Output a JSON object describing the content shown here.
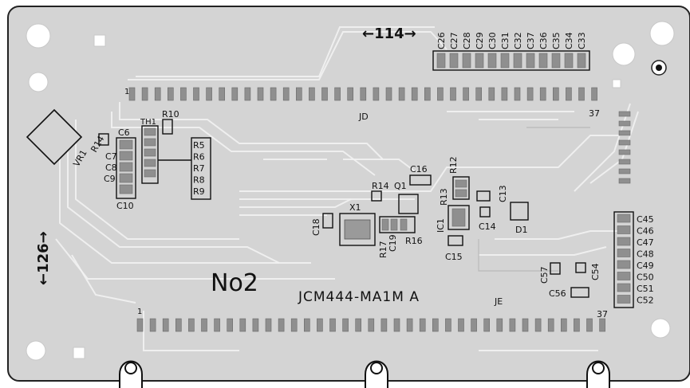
{
  "board": {
    "title": "No2",
    "part_number": "JCM444-MA1M A",
    "dim_top": "←114→",
    "dim_left": "←126→",
    "colors": {
      "pcb": "#d4d4d4",
      "trace": "#f0f0f0",
      "silkscreen": "#111111",
      "pad": "#8f8f8f"
    }
  },
  "connectors": {
    "jd": {
      "name": "JD",
      "pin_start": "1",
      "pin_end": "37"
    },
    "je": {
      "name": "JE",
      "pin_start": "1",
      "pin_end": "37"
    }
  },
  "top_caps": [
    "C26",
    "C27",
    "C28",
    "C29",
    "C30",
    "C31",
    "C32",
    "C37",
    "C36",
    "C35",
    "C34",
    "C33"
  ],
  "right_caps": [
    "C45",
    "C46",
    "C47",
    "C48",
    "C49",
    "C50",
    "C51",
    "C52"
  ],
  "left_resistors": [
    "R5",
    "R6",
    "R7",
    "R8",
    "R9"
  ],
  "left_caps": [
    "C6",
    "C7",
    "C8",
    "C9",
    "C10"
  ],
  "labels": {
    "th1": "TH1",
    "r10": "R10",
    "r14_left": "R14",
    "vr1": "VR1",
    "r14": "R14",
    "q1": "Q1",
    "c16": "C16",
    "r12": "R12",
    "r13": "R13",
    "c13": "C13",
    "c14": "C14",
    "d1": "D1",
    "ic1": "IC1",
    "x1": "X1",
    "c18": "C18",
    "r17": "R17",
    "c19": "C19",
    "r16": "R16",
    "c15": "C15",
    "c57": "C57",
    "c54": "C54",
    "c56": "C56"
  }
}
